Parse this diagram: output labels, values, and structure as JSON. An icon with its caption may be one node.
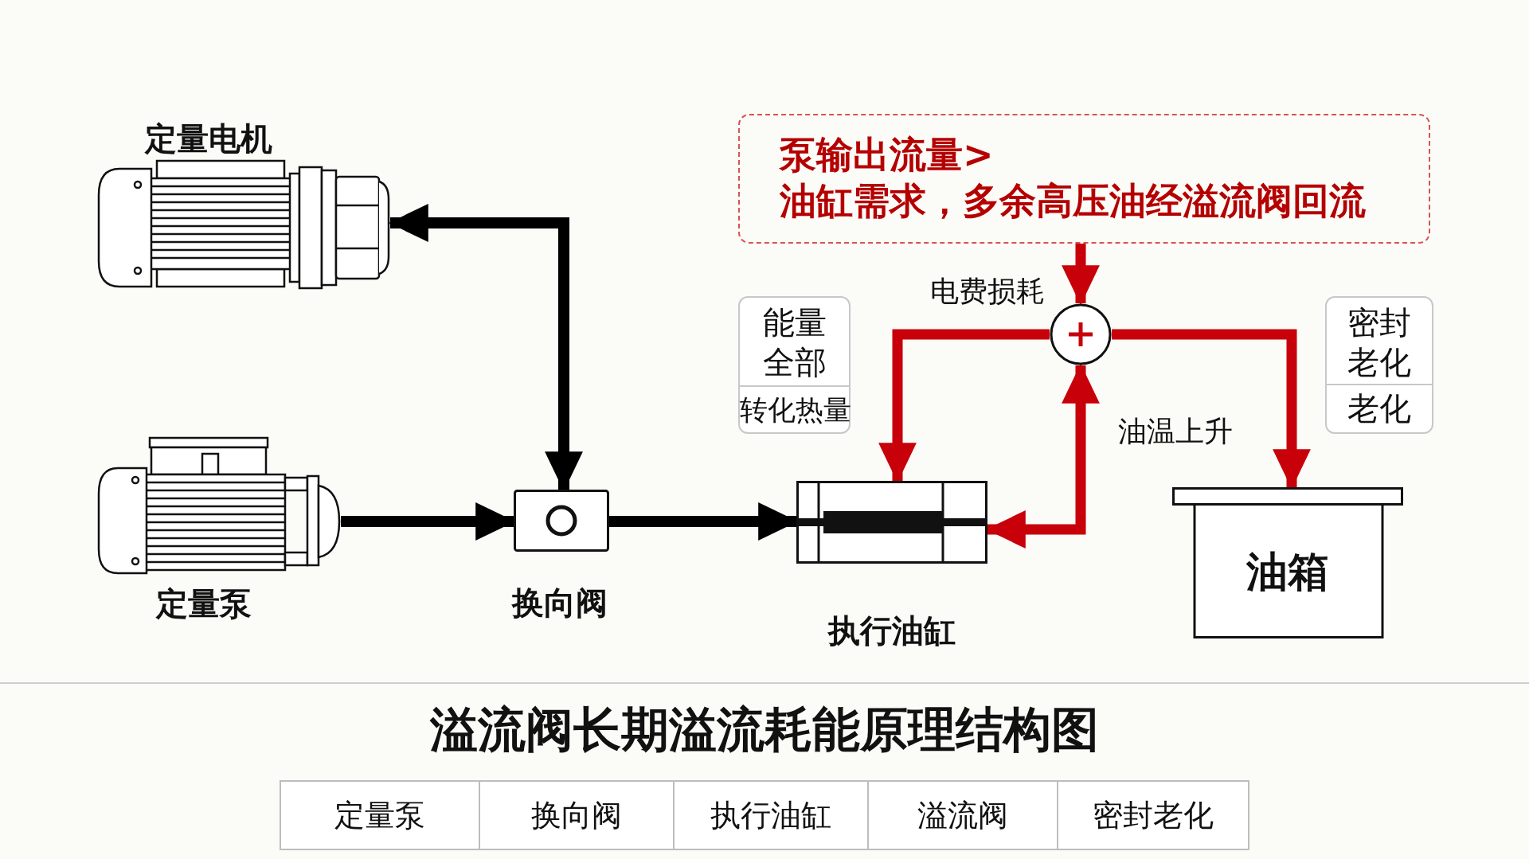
{
  "diagram": {
    "title": "溢流阀长期溢流耗能原理结构图",
    "nodes": [
      {
        "text": [
          "定量电机"
        ]
      },
      {
        "text": [
          "定量泵"
        ]
      },
      {
        "text": [
          "换向阀"
        ]
      },
      {
        "text": [
          "执行油缸"
        ]
      },
      {
        "text": [
          "油箱"
        ]
      },
      {
        "text": [
          "泵输出流量>",
          "油缸需求，多余高压油经溢流阀回流"
        ]
      },
      {
        "text": [],
        "shape": "circle"
      },
      {
        "text": [
          "能量全部",
          "转化热量"
        ]
      },
      {
        "text": [
          "密封老化",
          "老化"
        ]
      }
    ],
    "edges": [
      {
        "from": 1,
        "to": 2,
        "arrow": "to",
        "color": "#000000"
      },
      {
        "from": 2,
        "to": 3,
        "arrow": "to",
        "color": "#000000"
      },
      {
        "from": 2,
        "to": 0,
        "arrow": "both",
        "color": "#000000"
      },
      {
        "from": 5,
        "to": 6,
        "arrow": "to",
        "color": "#c8000a"
      },
      {
        "from": 6,
        "to": 3,
        "arrow": "to",
        "color": "#c8000a"
      },
      {
        "from": 6,
        "to": 4,
        "arrow": "to",
        "color": "#c8000a"
      },
      {
        "from": 3,
        "to": 6,
        "arrow": "both",
        "color": "#c8000a"
      }
    ],
    "labels": [
      "电费损耗",
      "油温上升",
      "定量泵",
      "换向阀",
      "执行油缸",
      "溢流阀",
      "密封老化"
    ]
  }
}
